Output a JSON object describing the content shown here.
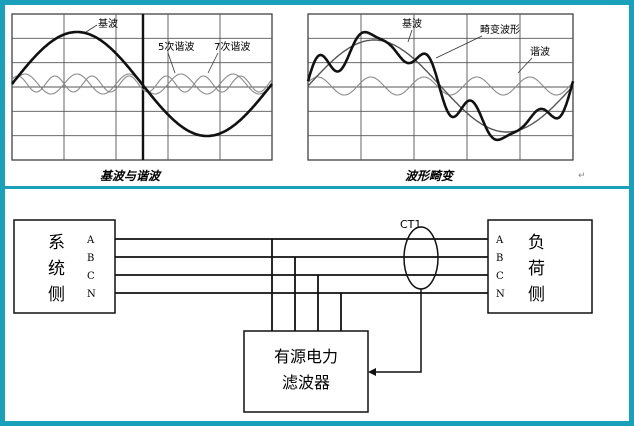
{
  "waveform_left": {
    "label_fundamental": "基波",
    "label_5th": "5次谐波",
    "label_7th": "7次谐波",
    "caption": "基波与谐波"
  },
  "waveform_right": {
    "label_fundamental": "基波",
    "label_distorted": "畸变波形",
    "label_harmonic": "谐波",
    "caption": "波形畸变"
  },
  "circuit": {
    "system_side_chars": [
      "系",
      "统",
      "侧"
    ],
    "load_side_chars": [
      "负",
      "荷",
      "侧"
    ],
    "phase_labels": [
      "A",
      "B",
      "C",
      "N"
    ],
    "ct_label": "CT1",
    "filter_line1": "有源电力",
    "filter_line2": "滤波器"
  },
  "colors": {
    "border": "#1aa0ba",
    "line": "#111111",
    "grid": "#555555",
    "thin_wave": "#8a8a8a"
  }
}
